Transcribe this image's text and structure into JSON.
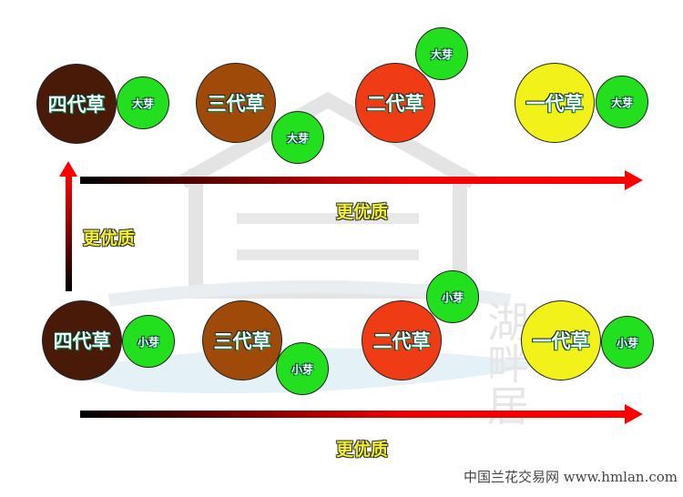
{
  "top_row": {
    "generations": [
      {
        "label": "四代草",
        "bud": "大芽",
        "color": "#4a1a08"
      },
      {
        "label": "三代草",
        "bud": "大芽",
        "color": "#a04a0a"
      },
      {
        "label": "二代草",
        "bud": "大芽",
        "color": "#f03c14"
      },
      {
        "label": "一代草",
        "bud": "大芽",
        "color": "#f2f21a"
      }
    ],
    "arrow_label": "更优质",
    "vertical_arrow_label": "更优质"
  },
  "bottom_row": {
    "generations": [
      {
        "label": "四代草",
        "bud": "小芽",
        "color": "#4a1a08"
      },
      {
        "label": "三代草",
        "bud": "小芽",
        "color": "#a04a0a"
      },
      {
        "label": "二代草",
        "bud": "小芽",
        "color": "#f03c14"
      },
      {
        "label": "一代草",
        "bud": "小芽",
        "color": "#f2f21a"
      }
    ],
    "arrow_label": "更优质"
  },
  "watermark": "中国兰花交易网 www.hmlan.com",
  "logo_text": "湖畔居"
}
